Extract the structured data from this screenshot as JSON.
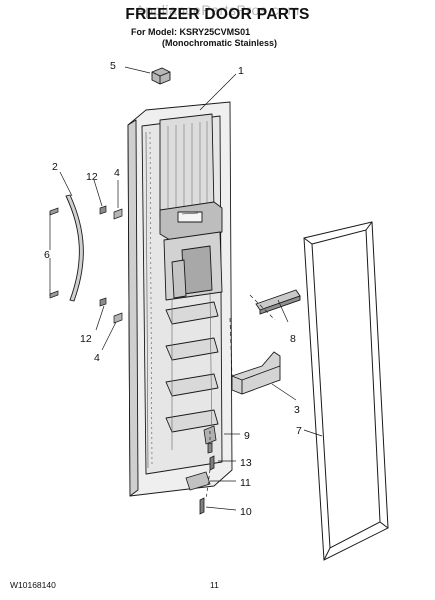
{
  "header": {
    "watermark": "AppliancePartsPros.com",
    "title": "FREEZER DOOR PARTS",
    "model_line": "For Model: KSRY25CVMS01",
    "variant_line": "(Monochromatic Stainless)"
  },
  "callouts": {
    "c1": "1",
    "c2": "2",
    "c3": "3",
    "c4a": "4",
    "c4b": "4",
    "c5": "5",
    "c6": "6",
    "c7": "7",
    "c8": "8",
    "c9": "9",
    "c10": "10",
    "c11": "11",
    "c12a": "12",
    "c12b": "12",
    "c13": "13"
  },
  "footer": {
    "doc_number": "W10168140",
    "page_number": "11"
  },
  "colors": {
    "line": "#1a1a1a",
    "fill_light": "#f2f2f2",
    "fill_mid": "#d6d6d6",
    "fill_dark": "#9a9a9a"
  }
}
